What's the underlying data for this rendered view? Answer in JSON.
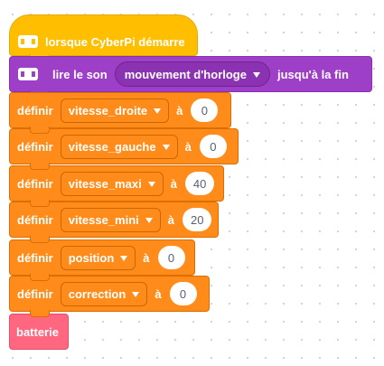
{
  "hat": {
    "icon": "cyberpi-icon",
    "label": "lorsque CyberPi démarre"
  },
  "sound": {
    "icon": "cyberpi-icon",
    "prefix": "lire le son",
    "sound_name": "mouvement d'horloge",
    "suffix": "jusqu'à la fin"
  },
  "set_blocks": [
    {
      "label": "définir",
      "variable": "vitesse_droite",
      "connector": "à",
      "value": "0"
    },
    {
      "label": "définir",
      "variable": "vitesse_gauche",
      "connector": "à",
      "value": "0"
    },
    {
      "label": "définir",
      "variable": "vitesse_maxi",
      "connector": "à",
      "value": "40"
    },
    {
      "label": "définir",
      "variable": "vitesse_mini",
      "connector": "à",
      "value": "20"
    },
    {
      "label": "définir",
      "variable": "position",
      "connector": "à",
      "value": "0"
    },
    {
      "label": "définir",
      "variable": "correction",
      "connector": "à",
      "value": "0"
    }
  ],
  "battery": {
    "label": "batterie"
  },
  "colors": {
    "events": "#ffbf00",
    "sound": "#9e3fc8",
    "variables": "#ff8c1a",
    "battery": "#ff6680"
  }
}
